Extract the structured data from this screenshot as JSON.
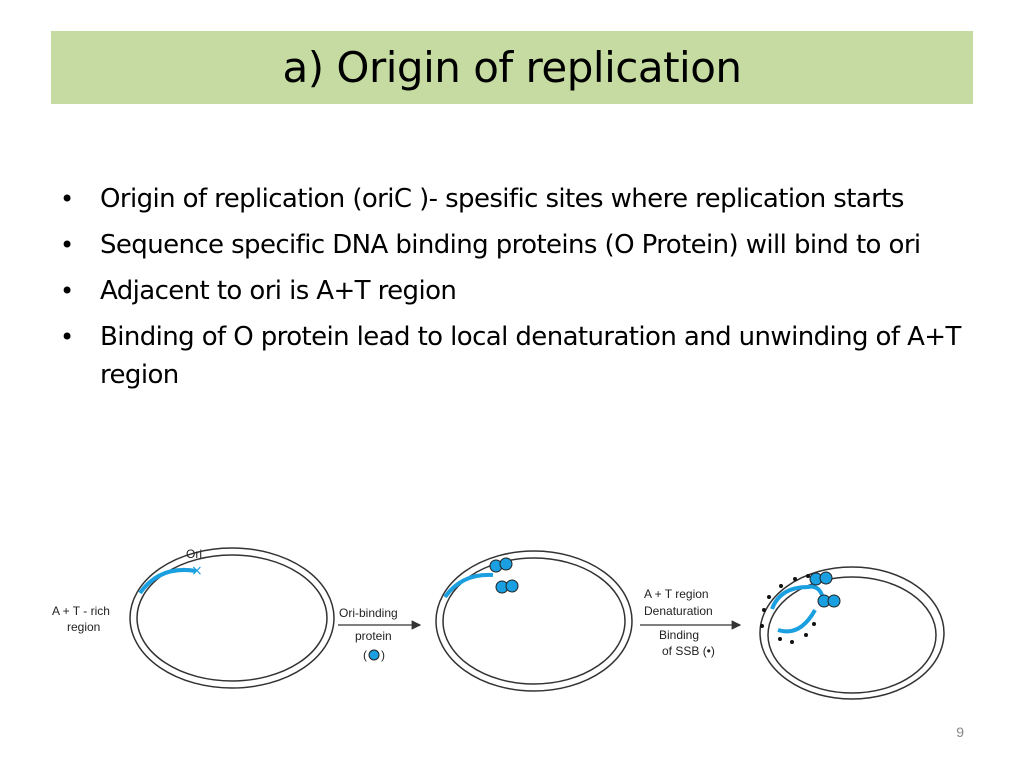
{
  "slide": {
    "title": "a) Origin of replication",
    "page_number": "9",
    "colors": {
      "title_band": "#c6dba1",
      "strand_highlight": "#1a9fe0",
      "protein": "#1a9fe0"
    }
  },
  "bullets": [
    {
      "text": "Origin of replication (oriC )- spesific sites where replication starts"
    },
    {
      "text": "Sequence specific DNA binding proteins (O Protein) will bind to ori"
    },
    {
      "text": "Adjacent to ori is A+T region"
    },
    {
      "text": "Binding of O protein lead to local denaturation and unwinding of A+T region"
    }
  ],
  "diagram": {
    "ori_label": "Ori",
    "at_rich_line1": "A + T - rich",
    "at_rich_line2": "region",
    "step1_line1": "Ori-binding",
    "step1_line2": "protein",
    "step1_paren_open": "(",
    "step1_paren_close": ")",
    "step2_line1": "A + T region",
    "step2_line2": "Denaturation",
    "step2_line3": "Binding",
    "step2_line4": "of SSB (•)"
  }
}
